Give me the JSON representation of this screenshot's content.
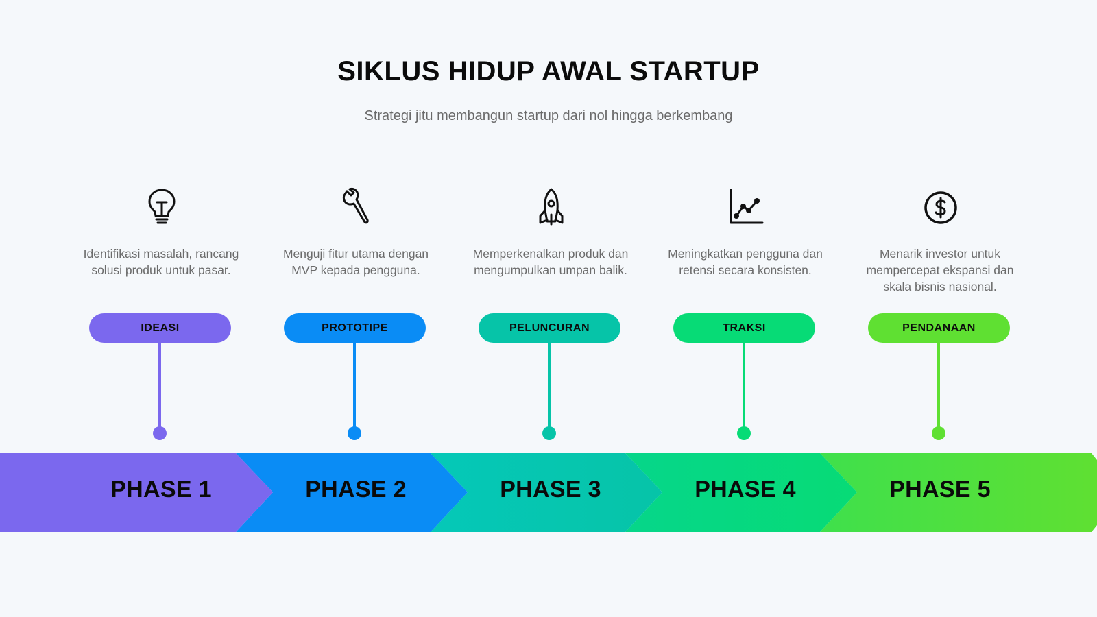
{
  "header": {
    "title": "SIKLUS HIDUP AWAL STARTUP",
    "subtitle": "Strategi jitu membangun startup dari nol hingga berkembang"
  },
  "phases": [
    {
      "label": "PHASE 1",
      "stage": "IDEASI",
      "description": "Identifikasi masalah, rancang solusi produk untuk pasar.",
      "icon": "lightbulb-icon",
      "color": "#7b68ee"
    },
    {
      "label": "PHASE 2",
      "stage": "PROTOTIPE",
      "description": "Menguji fitur utama dengan MVP kepada pengguna.",
      "icon": "wrench-icon",
      "color": "#0a8cf5"
    },
    {
      "label": "PHASE 3",
      "stage": "PELUNCURAN",
      "description": "Memperkenalkan produk dan mengumpulkan umpan balik.",
      "icon": "rocket-icon",
      "color": "#06c4a8"
    },
    {
      "label": "PHASE 4",
      "stage": "TRAKSI",
      "description": "Meningkatkan pengguna dan retensi secara konsisten.",
      "icon": "line-chart-icon",
      "color": "#07db76"
    },
    {
      "label": "PHASE 5",
      "stage": "PENDANAAN",
      "description": "Menarik investor untuk mempercepat ekspansi dan skala bisnis nasional.",
      "icon": "dollar-coin-icon",
      "color": "#5fe032"
    }
  ]
}
